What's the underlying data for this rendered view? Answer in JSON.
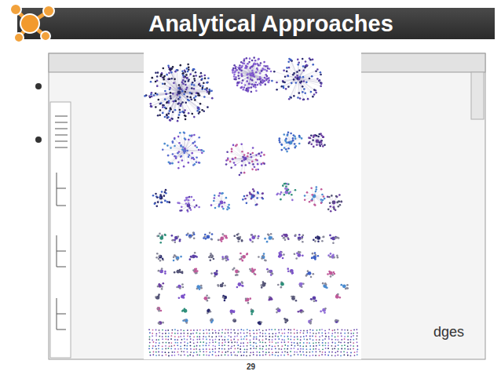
{
  "diagram": {
    "title": "Analytical Approaches",
    "labels": [
      "dges",
      "29"
    ]
  }
}
